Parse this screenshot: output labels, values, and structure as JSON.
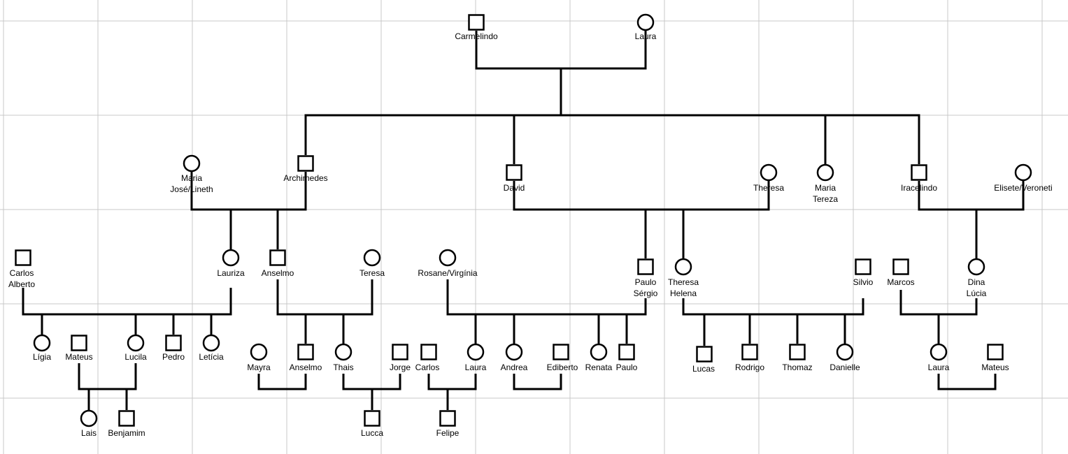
{
  "diagram": {
    "grid_color": "#c8c8c8",
    "line_color": "#000000",
    "members": {
      "carmelindo": {
        "label": [
          "Carmelindo"
        ],
        "shape": "square"
      },
      "laura_g1": {
        "label": [
          "Laura"
        ],
        "shape": "circle"
      },
      "maria_jose": {
        "label": [
          "Maria",
          "José/Lineth"
        ],
        "shape": "circle"
      },
      "archimedes": {
        "label": [
          "Archimedes"
        ],
        "shape": "square"
      },
      "david": {
        "label": [
          "David"
        ],
        "shape": "square"
      },
      "theresa": {
        "label": [
          "Theresa"
        ],
        "shape": "circle"
      },
      "maria_tereza": {
        "label": [
          "Maria",
          "Tereza"
        ],
        "shape": "circle"
      },
      "iracelindo": {
        "label": [
          "Iracelindo"
        ],
        "shape": "square"
      },
      "elisete": {
        "label": [
          "Elisete/Veroneti"
        ],
        "shape": "circle"
      },
      "carlos_alberto": {
        "label": [
          "Carlos",
          "Alberto"
        ],
        "shape": "square"
      },
      "lauriza": {
        "label": [
          "Lauriza"
        ],
        "shape": "circle"
      },
      "anselmo_g3": {
        "label": [
          "Anselmo"
        ],
        "shape": "square"
      },
      "teresa": {
        "label": [
          "Teresa"
        ],
        "shape": "circle"
      },
      "rosane": {
        "label": [
          "Rosane/Virgínia"
        ],
        "shape": "circle"
      },
      "paulo_sergio": {
        "label": [
          "Paulo",
          "Sérgio"
        ],
        "shape": "square"
      },
      "theresa_helena": {
        "label": [
          "Theresa",
          "Helena"
        ],
        "shape": "circle"
      },
      "silvio": {
        "label": [
          "Silvio"
        ],
        "shape": "square"
      },
      "marcos": {
        "label": [
          "Marcos"
        ],
        "shape": "square"
      },
      "dina_lucia": {
        "label": [
          "Dina",
          "Lúcia"
        ],
        "shape": "circle"
      },
      "ligia": {
        "label": [
          "Lígia"
        ],
        "shape": "circle"
      },
      "mateus_g4": {
        "label": [
          "Mateus"
        ],
        "shape": "square"
      },
      "lucila": {
        "label": [
          "Lucila"
        ],
        "shape": "circle"
      },
      "pedro": {
        "label": [
          "Pedro"
        ],
        "shape": "square"
      },
      "leticia": {
        "label": [
          "Letícia"
        ],
        "shape": "circle"
      },
      "mayra": {
        "label": [
          "Mayra"
        ],
        "shape": "circle"
      },
      "anselmo_g4": {
        "label": [
          "Anselmo"
        ],
        "shape": "square"
      },
      "thais": {
        "label": [
          "Thais"
        ],
        "shape": "circle"
      },
      "jorge": {
        "label": [
          "Jorge"
        ],
        "shape": "square"
      },
      "carlos_g4": {
        "label": [
          "Carlos"
        ],
        "shape": "square"
      },
      "laura_g4": {
        "label": [
          "Laura"
        ],
        "shape": "circle"
      },
      "andrea": {
        "label": [
          "Andrea"
        ],
        "shape": "circle"
      },
      "ediberto": {
        "label": [
          "Ediberto"
        ],
        "shape": "square"
      },
      "renata": {
        "label": [
          "Renata"
        ],
        "shape": "circle"
      },
      "paulo": {
        "label": [
          "Paulo"
        ],
        "shape": "square"
      },
      "lucas": {
        "label": [
          "Lucas"
        ],
        "shape": "square"
      },
      "rodrigo": {
        "label": [
          "Rodrigo"
        ],
        "shape": "square"
      },
      "thomaz": {
        "label": [
          "Thomaz"
        ],
        "shape": "square"
      },
      "danielle": {
        "label": [
          "Danielle"
        ],
        "shape": "circle"
      },
      "laura_g4b": {
        "label": [
          "Laura"
        ],
        "shape": "circle"
      },
      "mateus_g4b": {
        "label": [
          "Mateus"
        ],
        "shape": "square"
      },
      "lais": {
        "label": [
          "Lais"
        ],
        "shape": "circle"
      },
      "benjamim": {
        "label": [
          "Benjamim"
        ],
        "shape": "square"
      },
      "lucca": {
        "label": [
          "Lucca"
        ],
        "shape": "square"
      },
      "felipe": {
        "label": [
          "Felipe"
        ],
        "shape": "square"
      }
    }
  }
}
